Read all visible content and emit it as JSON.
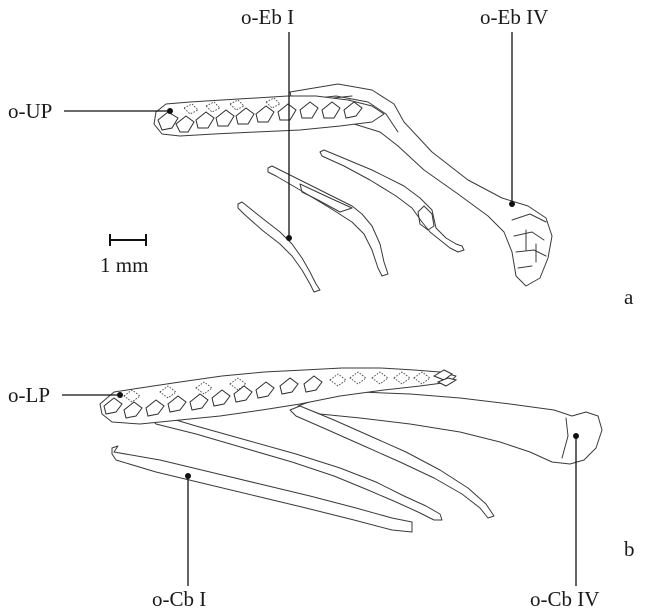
{
  "panel_a": {
    "labels": {
      "upper_pharyngeal": "o-UP",
      "epibranchial_1": "o-Eb I",
      "epibranchial_4": "o-Eb IV"
    },
    "scale_bar": "1 mm",
    "panel_letter": "a"
  },
  "panel_b": {
    "labels": {
      "lower_pharyngeal": "o-LP",
      "ceratobranchial_1": "o-Cb I",
      "ceratobranchial_4": "o-Cb IV"
    },
    "panel_letter": "b"
  },
  "colors": {
    "line": "#3a3a3a",
    "label": "#1a1a1a",
    "background": "#ffffff"
  }
}
